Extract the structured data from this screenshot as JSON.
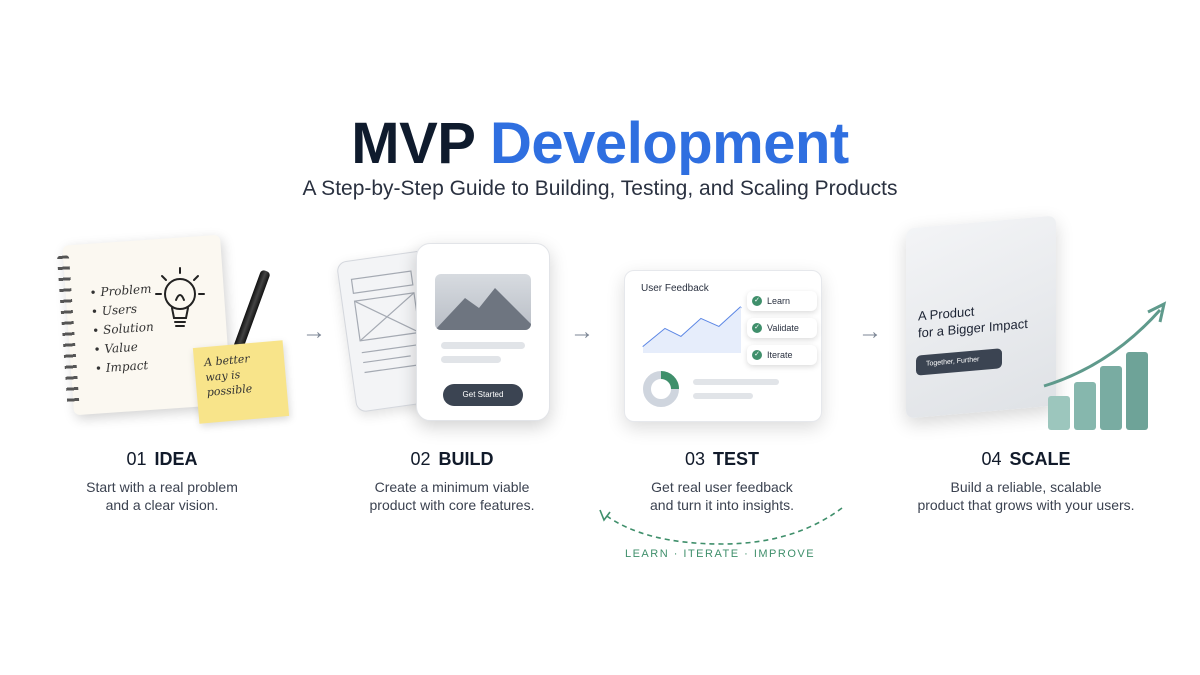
{
  "header": {
    "title_main": "MVP",
    "title_accent": "Development",
    "subtitle": "A Step-by-Step Guide to Building, Testing, and Scaling Products"
  },
  "idea_illustration": {
    "notes": [
      "Problem",
      "Users",
      "Solution",
      "Value",
      "Impact"
    ],
    "sticky_note": "A better way is possible"
  },
  "build_illustration": {
    "cta_label": "Get Started"
  },
  "test_illustration": {
    "panel_title": "User Feedback",
    "chips": [
      "Learn",
      "Validate",
      "Iterate"
    ]
  },
  "scale_illustration": {
    "headline_line1": "A Product",
    "headline_line2": "for a Bigger Impact",
    "pill_label": "Together, Further"
  },
  "steps": [
    {
      "number": "01",
      "name": "IDEA",
      "desc_line1": "Start with a real problem",
      "desc_line2": "and a clear vision."
    },
    {
      "number": "02",
      "name": "BUILD",
      "desc_line1": "Create a minimum viable",
      "desc_line2": "product with core features."
    },
    {
      "number": "03",
      "name": "TEST",
      "desc_line1": "Get real user feedback",
      "desc_line2": "and turn it into insights."
    },
    {
      "number": "04",
      "name": "SCALE",
      "desc_line1": "Build a reliable, scalable",
      "desc_line2": "product that grows with your users."
    }
  ],
  "feedback_loop_label": "LEARN · ITERATE · IMPROVE",
  "colors": {
    "title_dark": "#0f1b2d",
    "title_accent": "#2f6fe0",
    "loop_green": "#3f8f6b",
    "sticky_yellow": "#f8e48a",
    "scale_teal": "#86b7ad"
  }
}
